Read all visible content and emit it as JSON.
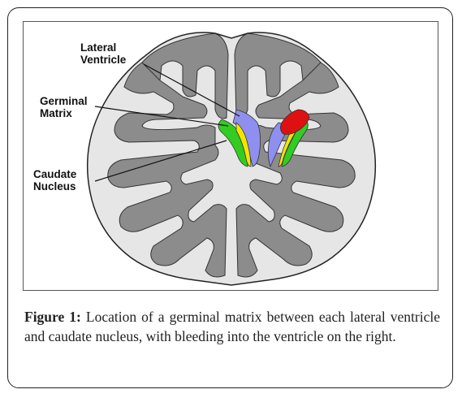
{
  "labels": {
    "lateral_ventricle": "Lateral\nVentricle",
    "germinal_matrix": "Germinal\nMatrix",
    "caudate_nucleus": "Caudate\nNucleus"
  },
  "caption": {
    "figure_label": "Figure 1:",
    "text": "Location of a germinal matrix between each lateral ventricle and caudate nucleus, with bleeding into the ventricle on the right."
  },
  "colors": {
    "cortex": "#8c8c8c",
    "white_matter": "#e6e6e6",
    "ventricle": "#8f8ff0",
    "germinal_matrix": "#f2e600",
    "caudate": "#33cc22",
    "hemorrhage": "#dd1111"
  }
}
